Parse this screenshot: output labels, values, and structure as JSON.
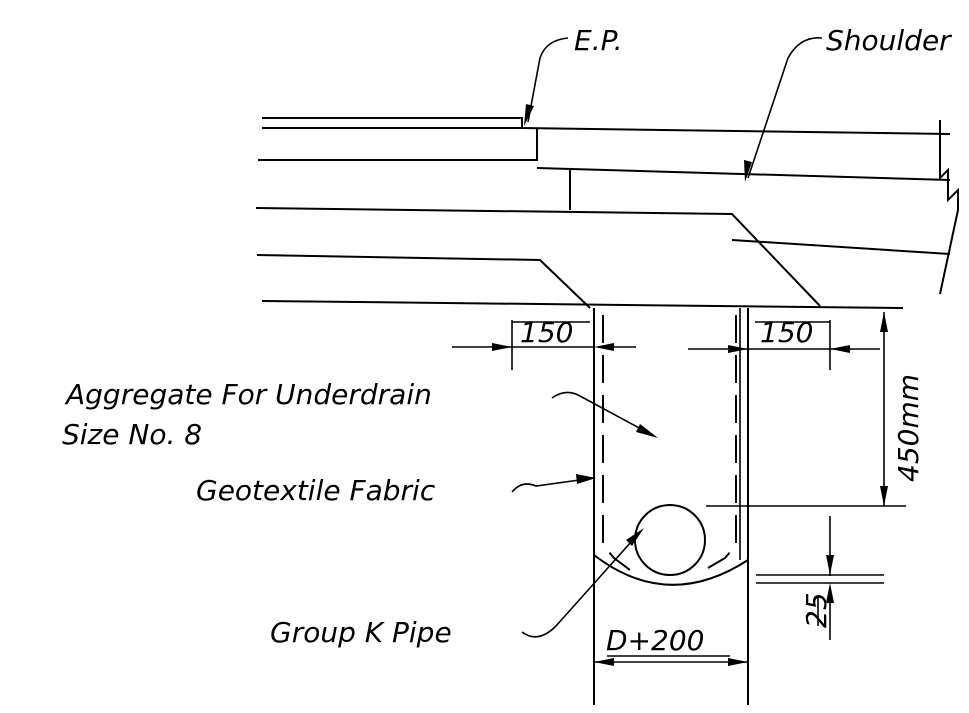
{
  "labels": {
    "ep": "E.P.",
    "shoulder": "Shoulder",
    "aggregate_line1": "Aggregate For Underdrain",
    "aggregate_line2": "Size No. 8",
    "geotextile": "Geotextile Fabric",
    "pipe": "Group K Pipe"
  },
  "dimensions": {
    "left_offset": "150",
    "right_offset": "150",
    "depth": "450mm",
    "bedding": "25",
    "trench_width": "D+200"
  }
}
